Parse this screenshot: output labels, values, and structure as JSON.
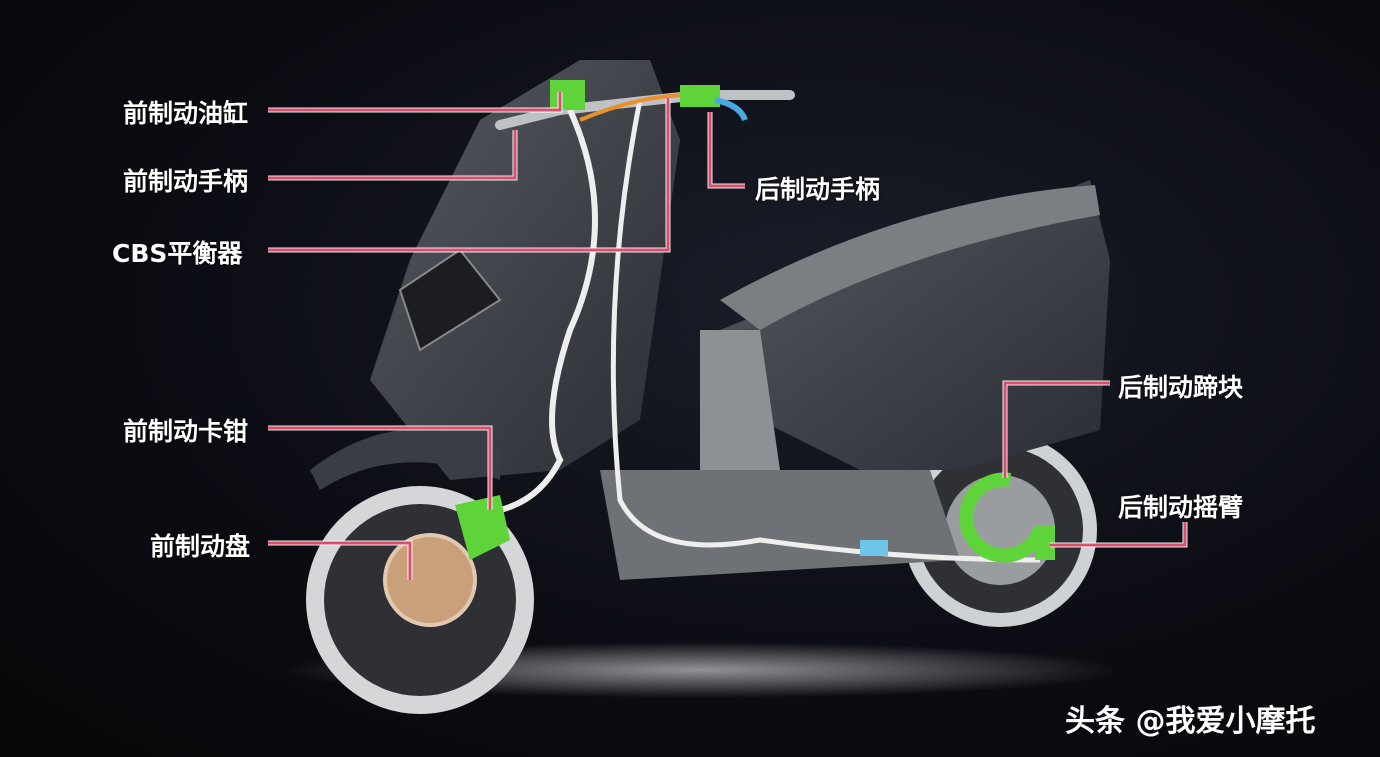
{
  "labels": {
    "front_master_cylinder": "前制动油缸",
    "front_brake_lever": "前制动手柄",
    "cbs_balancer": "CBS平衡器",
    "rear_brake_lever": "后制动手柄",
    "front_caliper": "前制动卡钳",
    "front_disc": "前制动盘",
    "rear_brake_shoe": "后制动蹄块",
    "rear_brake_arm": "后制动摇臂"
  },
  "watermark": "头条 @我爱小摩托",
  "colors": {
    "leader_line": "#d8506c",
    "highlight_parts": "#5fd43a",
    "background": "#0b0c12"
  }
}
